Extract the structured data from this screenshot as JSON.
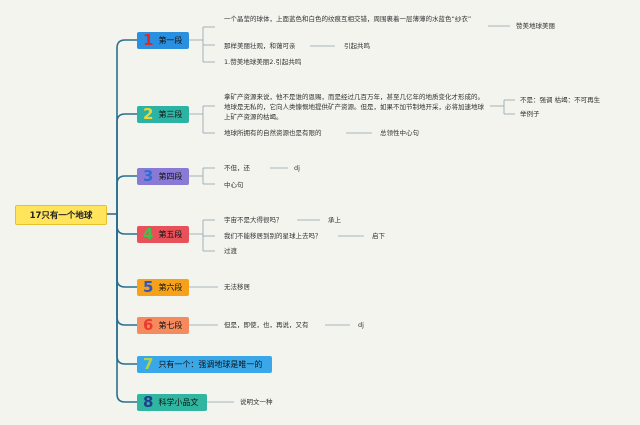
{
  "root": "17只有一个地球",
  "branches": [
    {
      "num": "1",
      "label": "第一段",
      "fill": "#2b8fe0",
      "num_color": "#e02828",
      "leaves": [
        "一个晶莹的球体，上面蓝色和白色的纹痕互相交错，周围裹着一层薄薄的水蓝色“纱衣”",
        "那样美丽壮观，和蔼可亲",
        "1.赞美地球美丽2.引起共鸣"
      ],
      "notes": [
        "赞美地球美丽",
        "引起共鸣"
      ]
    },
    {
      "num": "2",
      "label": "第三段",
      "fill": "#2cb3a4",
      "num_color": "#f4d32a",
      "leaves": [
        "拿矿产资源来说，他不是谁的恩赐，而是经过几百万年，甚至几亿年的地质变化才形成的。地球是无私的，它向人类慷慨地提供矿产资源。但是，如果不加节制地开采，必将加速地球上矿产资源的枯竭。",
        "地球所拥有的自然资源也是有限的"
      ],
      "notes": [
        "不是：强调 枯竭：不可再生",
        "举例子",
        "总领性中心句"
      ]
    },
    {
      "num": "3",
      "label": "第四段",
      "fill": "#8a7ad6",
      "num_color": "#2b6ed6",
      "leaves": [
        "不但，还",
        "中心句"
      ],
      "notes": [
        "dj"
      ]
    },
    {
      "num": "4",
      "label": "第五段",
      "fill": "#e8505a",
      "num_color": "#3ec34a",
      "leaves": [
        "宇宙不是大得很吗？",
        "我们不能移居到别的星球上去吗？",
        "过渡"
      ],
      "notes": [
        "承上",
        "启下"
      ]
    },
    {
      "num": "5",
      "label": "第六段",
      "fill": "#f5a21a",
      "num_color": "#2d56c8",
      "leaves": [
        "无法移居"
      ],
      "notes": []
    },
    {
      "num": "6",
      "label": "第七段",
      "fill": "#f58a5e",
      "num_color": "#ec3a30",
      "leaves": [
        "但是，即使，也，再说，又有"
      ],
      "notes": [
        "dj"
      ]
    },
    {
      "num": "7",
      "label": "只有一个：强调地球是唯一的",
      "fill": "#39a7e8",
      "num_color": "#b8d43c",
      "leaves": [],
      "notes": []
    },
    {
      "num": "8",
      "label": "科学小品文",
      "fill": "#2fb5a0",
      "num_color": "#1f3f8c",
      "leaves": [
        "说明文一种"
      ],
      "notes": []
    }
  ],
  "colors": {
    "line": "#2b6f8f",
    "thin": "#8fa2ad",
    "bg": "#f3f4ee"
  }
}
